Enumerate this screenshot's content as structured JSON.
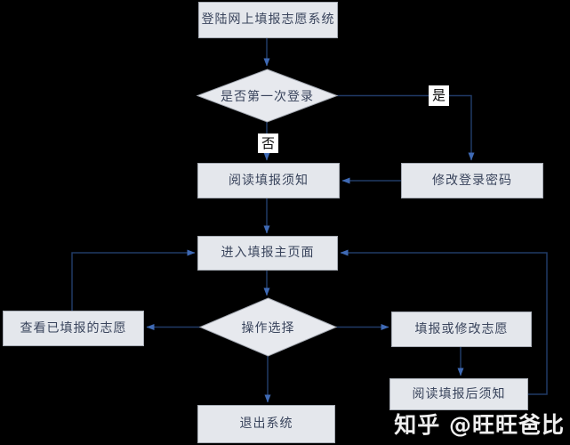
{
  "flowchart": {
    "nodes": {
      "login": {
        "label": "登陆网上填报志愿系统",
        "shape": "rect"
      },
      "first_login": {
        "label": "是否第一次登录",
        "shape": "diamond"
      },
      "change_password": {
        "label": "修改登录密码",
        "shape": "rect"
      },
      "read_notes": {
        "label": "阅读填报须知",
        "shape": "rect"
      },
      "main_page": {
        "label": "进入填报主页面",
        "shape": "rect"
      },
      "operation_select": {
        "label": "操作选择",
        "shape": "diamond"
      },
      "view_filled": {
        "label": "查看已填报的志愿",
        "shape": "rect"
      },
      "fill_modify": {
        "label": "填报或修改志愿",
        "shape": "rect"
      },
      "read_post_notes": {
        "label": "阅读填报后须知",
        "shape": "rect"
      },
      "exit": {
        "label": "退出系统",
        "shape": "rect"
      }
    },
    "edge_labels": {
      "yes": "是",
      "no": "否"
    },
    "edges": [
      {
        "from": "login",
        "to": "first_login"
      },
      {
        "from": "first_login",
        "to": "read_notes",
        "label": "否"
      },
      {
        "from": "first_login",
        "to": "change_password",
        "label": "是"
      },
      {
        "from": "change_password",
        "to": "read_notes"
      },
      {
        "from": "read_notes",
        "to": "main_page"
      },
      {
        "from": "main_page",
        "to": "operation_select"
      },
      {
        "from": "operation_select",
        "to": "view_filled"
      },
      {
        "from": "operation_select",
        "to": "fill_modify"
      },
      {
        "from": "operation_select",
        "to": "exit"
      },
      {
        "from": "fill_modify",
        "to": "read_post_notes"
      },
      {
        "from": "view_filled",
        "to": "main_page"
      },
      {
        "from": "read_post_notes",
        "to": "main_page"
      }
    ],
    "colors": {
      "background": "#000000",
      "node_fill": "#e4e7ec",
      "node_border": "#a6abb4",
      "node_text": "#39445c",
      "connector_line": "#203a66",
      "arrowhead": "#3f6ab5",
      "edge_label_bg": "#ffffff",
      "edge_label_text": "#0a0a0a",
      "watermark_text": "#efefef"
    }
  },
  "watermark": {
    "text": "知乎 @旺旺爸比"
  }
}
